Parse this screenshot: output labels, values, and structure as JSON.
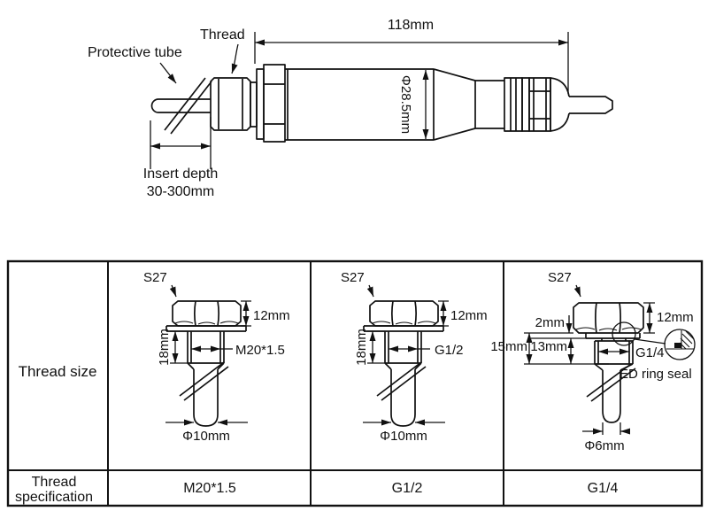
{
  "top_drawing": {
    "protective_tube_label": "Protective tube",
    "thread_label": "Thread",
    "length_dim": "118mm",
    "diameter_dim": "Φ28.5mm",
    "insert_depth_label": "Insert depth",
    "insert_depth_range": "30-300mm"
  },
  "table": {
    "row_headers": {
      "thread_size": "Thread size",
      "thread_spec_line1": "Thread",
      "thread_spec_line2": "specification"
    },
    "columns": [
      {
        "wrench_size": "S27",
        "head_height": "12mm",
        "thread_length": "18mm",
        "thread_label": "M20*1.5",
        "tip_diameter": "Φ10mm",
        "spec": "M20*1.5"
      },
      {
        "wrench_size": "S27",
        "head_height": "12mm",
        "thread_length": "18mm",
        "thread_label": "G1/2",
        "tip_diameter": "Φ10mm",
        "spec": "G1/2"
      },
      {
        "wrench_size": "S27",
        "head_height": "12mm",
        "washer_thickness": "2mm",
        "total_length": "15mm",
        "thread_length": "13mm",
        "thread_label": "G1/4",
        "seal_label": "ED ring seal",
        "tip_diameter": "Φ6mm",
        "spec": "G1/4"
      }
    ]
  }
}
